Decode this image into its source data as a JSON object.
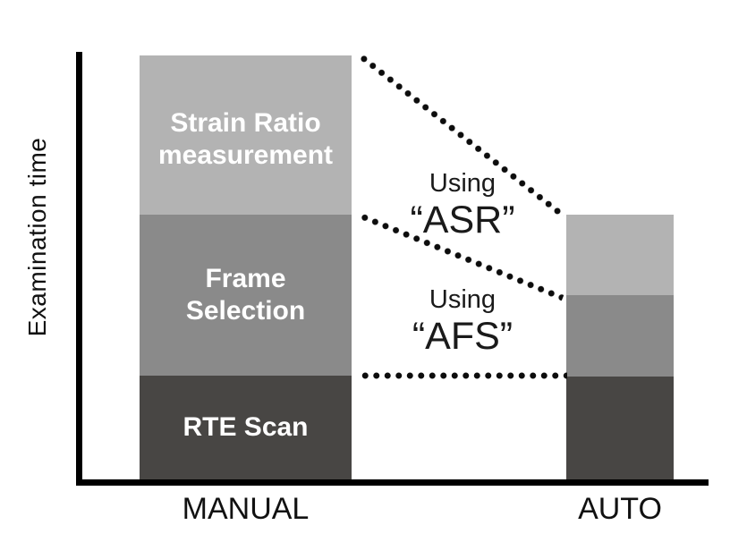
{
  "chart_data": {
    "type": "bar",
    "stacked": true,
    "title": "",
    "ylabel": "Examination time",
    "xlabel": "",
    "categories": [
      "MANUAL",
      "AUTO"
    ],
    "series": [
      {
        "name": "RTE Scan",
        "color": "#484644",
        "values": [
          24.5,
          24.3
        ]
      },
      {
        "name": "Frame Selection",
        "color": "#8a8a8a",
        "values": [
          38.0,
          19.2
        ]
      },
      {
        "name": "Strain Ratio measurement",
        "color": "#b3b3b3",
        "values": [
          37.5,
          19.0
        ]
      }
    ],
    "value_note": "relative units estimated from bar heights; no numeric axis shown",
    "axes": {
      "y_ticks": [],
      "x_ticks": [],
      "grid": false
    },
    "legend_position": "none (segments labeled inside MANUAL bar)",
    "annotations": [
      {
        "line1": "Using",
        "line2": "“ASR”"
      },
      {
        "line1": "Using",
        "line2": "“AFS”"
      }
    ],
    "connectors": [
      {
        "style": "dotted",
        "from": "MANUAL Strain Ratio top",
        "to": "AUTO Strain Ratio top"
      },
      {
        "style": "dotted",
        "from": "MANUAL Frame Selection top",
        "to": "AUTO Frame Selection top"
      },
      {
        "style": "dotted",
        "from": "MANUAL RTE Scan top",
        "to": "AUTO RTE Scan top"
      }
    ]
  },
  "display": {
    "ylabel": "Examination time",
    "manual_label": "MANUAL",
    "auto_label": "AUTO",
    "strain_label": "Strain Ratio\nmeasurement",
    "frame_label": "Frame\nSelection",
    "rte_label": "RTE Scan",
    "asr_word": "Using",
    "asr_term": "“ASR”",
    "afs_word": "Using",
    "afs_term": "“AFS”"
  },
  "colors": {
    "strain_ratio": "#b3b3b3",
    "frame_selection": "#8a8a8a",
    "rte_scan": "#484644",
    "axis": "#000000",
    "dotted_line": "#0d0d0d",
    "bar_label_text": "#ffffff",
    "annotation_text": "#1a1a1a"
  }
}
